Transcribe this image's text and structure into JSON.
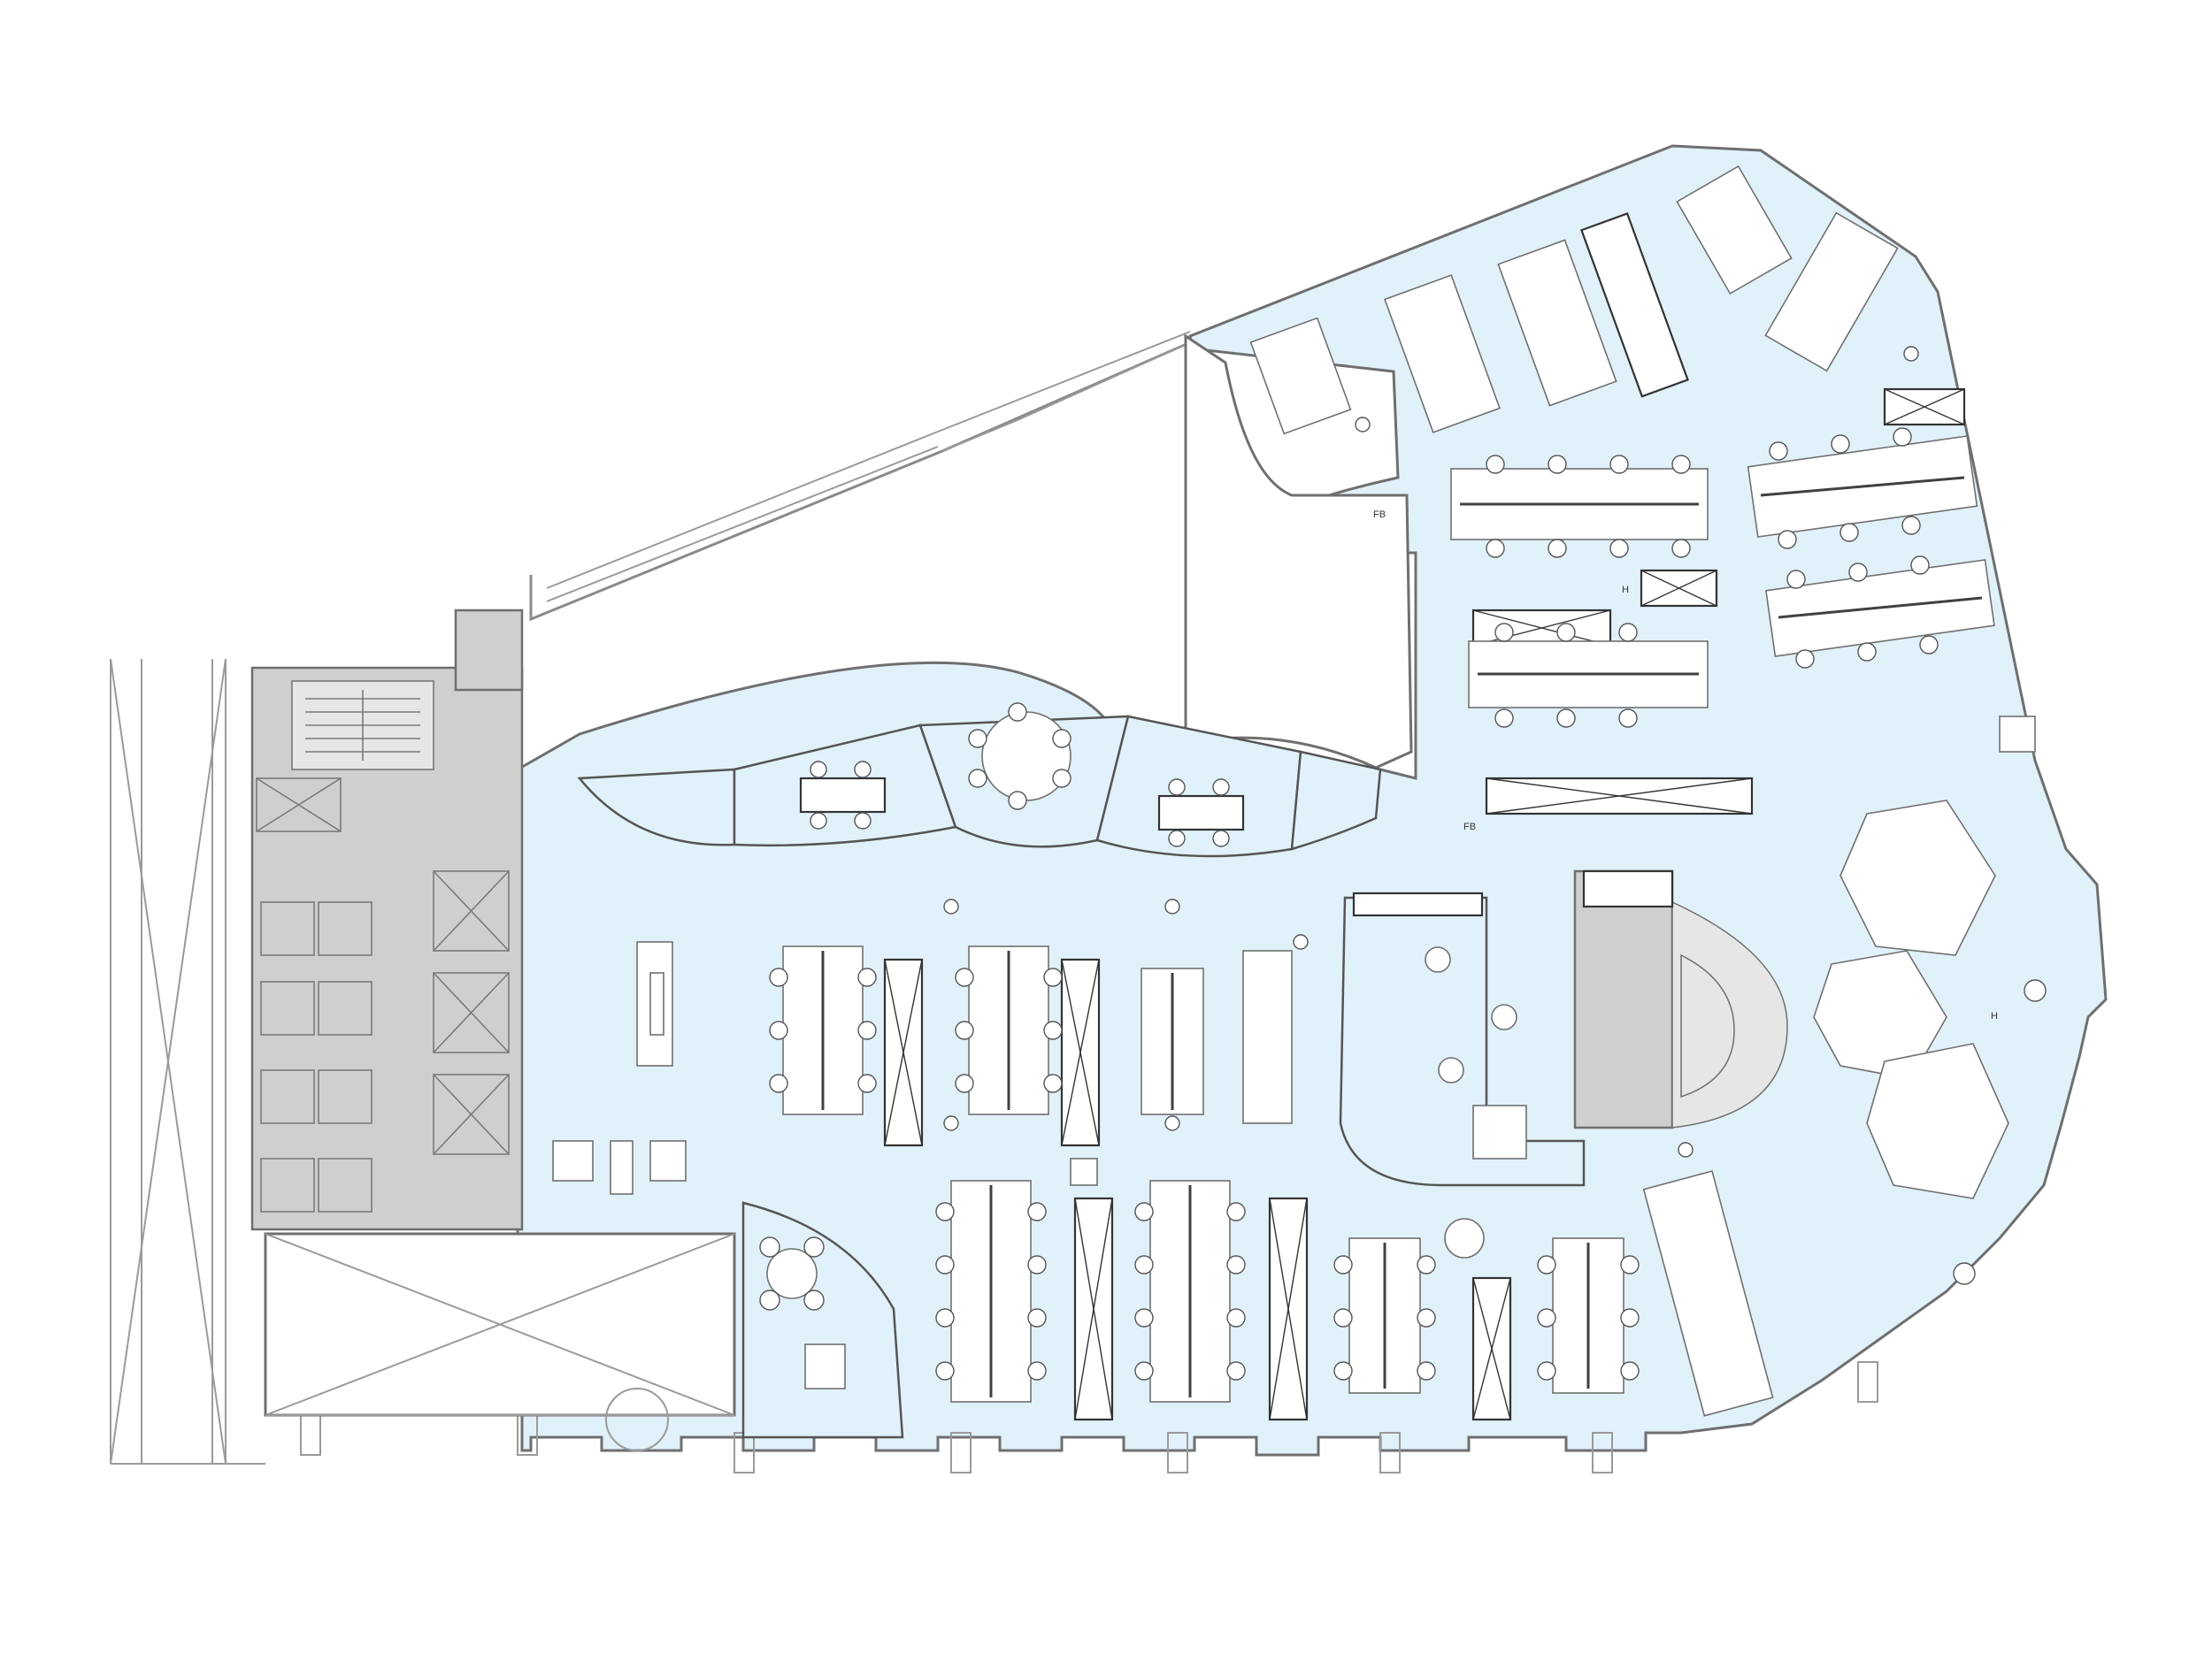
{
  "plan": {
    "colors": {
      "floor": "#e1f1fa",
      "core": "#cfcfcf",
      "walls": "#6f6f6f",
      "furniture": "#ffffff"
    },
    "tags": {
      "fire_extinguisher_1": "FB",
      "fire_extinguisher_2": "FB",
      "hose_reel_1": "H",
      "hose_reel_2": "H"
    }
  }
}
